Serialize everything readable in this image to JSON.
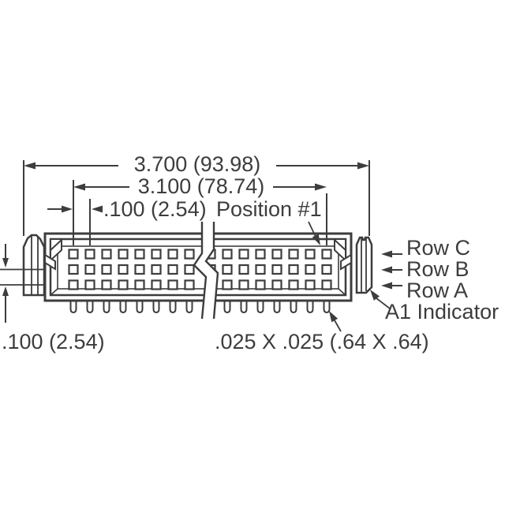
{
  "diagram": {
    "title": "connector-dimension-drawing",
    "colors": {
      "line": "#3d3d3d",
      "background": "#ffffff"
    },
    "dimensions": {
      "overall_length": "3.700 (93.98)",
      "contact_span": "3.100 (78.74)",
      "pin_pitch": ".100 (2.54)",
      "row_pitch": ".100 (2.54)",
      "pin_size": ".025 X .025 (.64 X .64)"
    },
    "labels": {
      "position_1": "Position #1",
      "row_c": "Row C",
      "row_b": "Row B",
      "row_a": "Row A",
      "a1_indicator": "A1 Indicator"
    }
  }
}
